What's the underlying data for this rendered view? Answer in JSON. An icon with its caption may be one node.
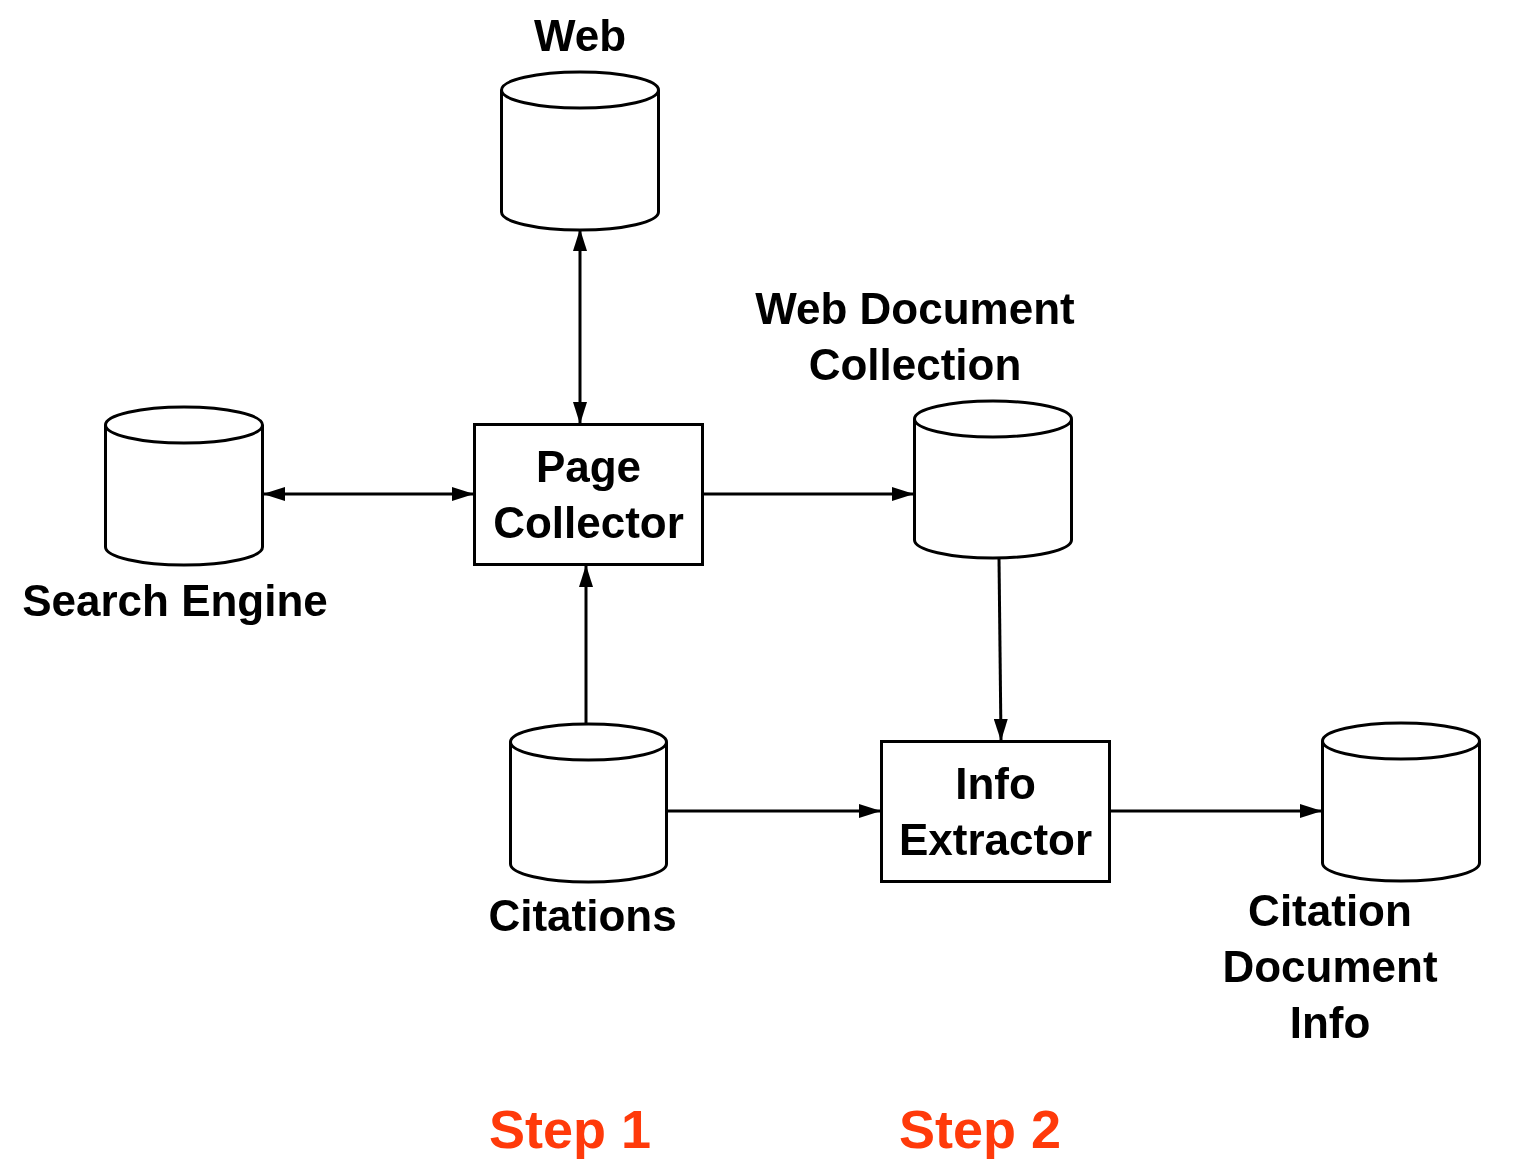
{
  "diagram": {
    "nodes": [
      {
        "text": [
          "Web"
        ]
      },
      {
        "text": [
          "Search Engine"
        ]
      },
      {
        "text": [
          "Page Collector"
        ]
      },
      {
        "text": [
          "Web Document Collection"
        ]
      },
      {
        "text": [
          "Citations"
        ]
      },
      {
        "text": [
          "Info Extractor"
        ]
      },
      {
        "text": [
          "Citation Document Info"
        ]
      }
    ],
    "edges": [
      {
        "from": 2,
        "to": 0,
        "arrow": "both"
      },
      {
        "from": 1,
        "to": 2,
        "arrow": "both"
      },
      {
        "from": 2,
        "to": 3,
        "arrow": "to"
      },
      {
        "from": 4,
        "to": 2,
        "arrow": "to"
      },
      {
        "from": 3,
        "to": 5,
        "arrow": "to"
      },
      {
        "from": 4,
        "to": 5,
        "arrow": "to"
      },
      {
        "from": 5,
        "to": 6,
        "arrow": "to"
      }
    ],
    "labels": [
      "Step 1",
      "Step 2"
    ]
  }
}
